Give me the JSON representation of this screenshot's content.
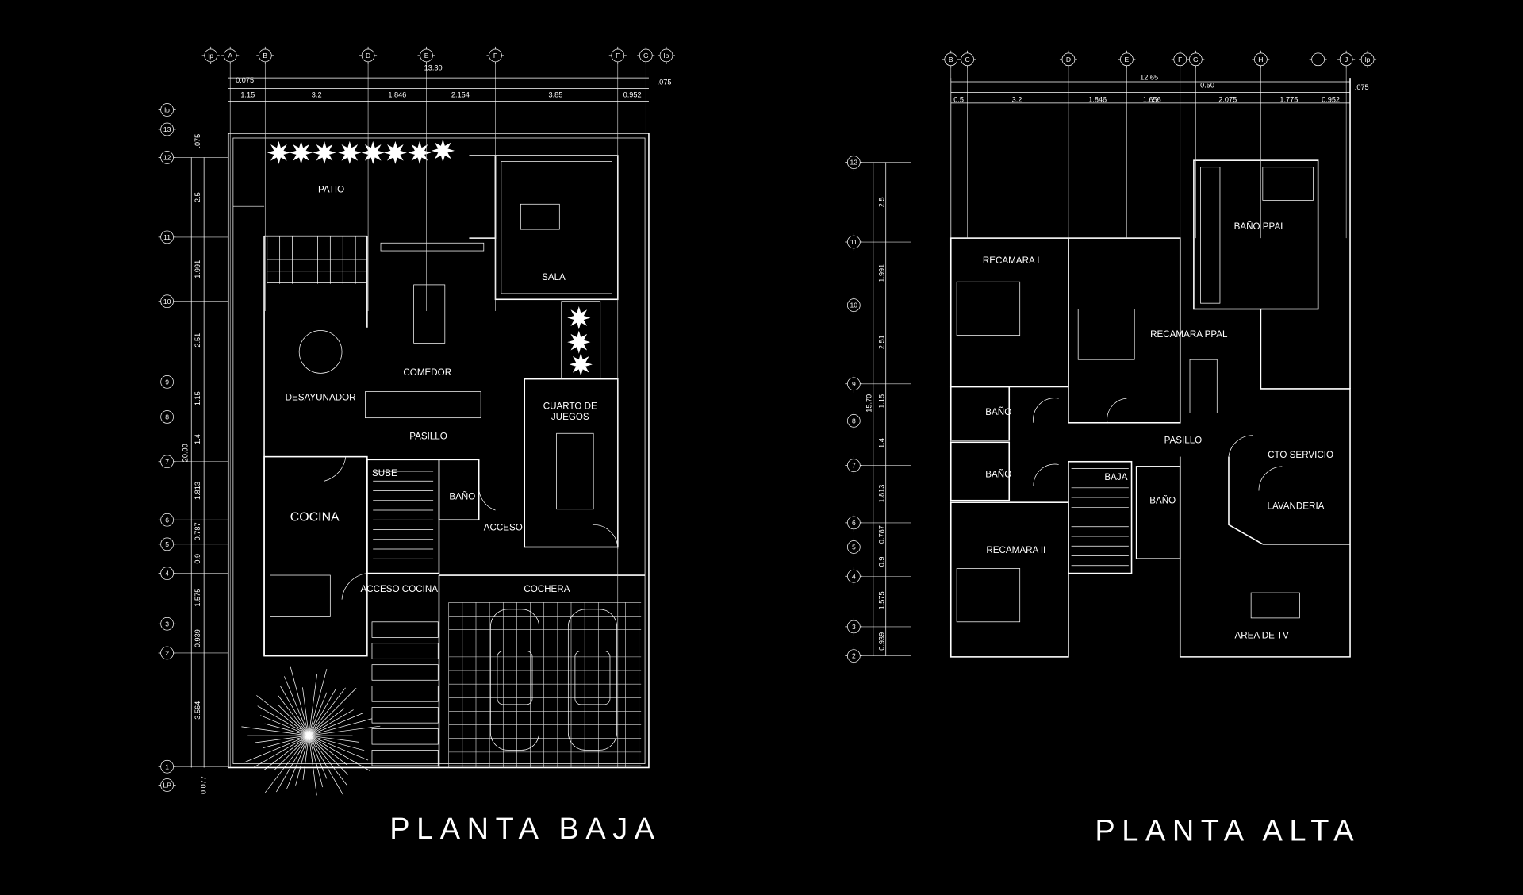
{
  "colors": {
    "background": "#000000",
    "lines": "#ffffff"
  },
  "planta_baja": {
    "title": "PLANTA BAJA",
    "column_axes": [
      "lp",
      "A",
      "B",
      "D",
      "E",
      "F",
      "F",
      "G",
      "lp"
    ],
    "row_axes": [
      "lp",
      "13",
      "12",
      "11",
      "10",
      "9",
      "8",
      "7",
      "6",
      "5",
      "4",
      "3",
      "2",
      "1",
      "LP"
    ],
    "overall_width": "13.30",
    "overall_depth": "20.00",
    "offset_dims": [
      "0.075",
      ".075"
    ],
    "width_dims": [
      "1.15",
      "3.2",
      "1.846",
      "2.154",
      "3.85",
      "0.952"
    ],
    "depth_dims": [
      ".075",
      "2.5",
      "1.991",
      "2.51",
      "1.15",
      "1.4",
      "1.813",
      "0.787",
      "0.9",
      "1.575",
      "0.939",
      "3.564",
      "0.077"
    ],
    "rooms": [
      "PATIO",
      "SALA",
      "COMEDOR",
      "DESAYUNADOR",
      "CUARTO DE",
      "JUEGOS",
      "PASILLO",
      "SUBE",
      "BAÑO",
      "COCINA",
      "ACCESO",
      "ACCESO COCINA",
      "COCHERA"
    ]
  },
  "planta_alta": {
    "title": "PLANTA ALTA",
    "column_axes": [
      "B",
      "C",
      "D",
      "E",
      "F",
      "G",
      "H",
      "I",
      "J",
      "lp"
    ],
    "row_axes": [
      "12",
      "11",
      "10",
      "9",
      "8",
      "7",
      "6",
      "5",
      "4",
      "3",
      "2"
    ],
    "overall_width": "12.65",
    "overall_depth": "15.70",
    "offset_dims": [
      "0.50",
      ".075"
    ],
    "width_dims": [
      "0.5",
      "3.2",
      "1.846",
      "1.656",
      "2.075",
      "1.775",
      "0.952"
    ],
    "depth_dims": [
      "2.5",
      "1.991",
      "2.51",
      "1.15",
      "1.4",
      "1.813",
      "0.787",
      "0.9",
      "1.575",
      "0.939"
    ],
    "rooms": [
      "BAÑO PPAL",
      "RECAMARA I",
      "RECAMARA PPAL",
      "BAÑO",
      "PASILLO",
      "CTO SERVICIO",
      "BAJA",
      "BAÑO",
      "BAÑO",
      "LAVANDERIA",
      "RECAMARA II",
      "AREA DE TV"
    ]
  }
}
